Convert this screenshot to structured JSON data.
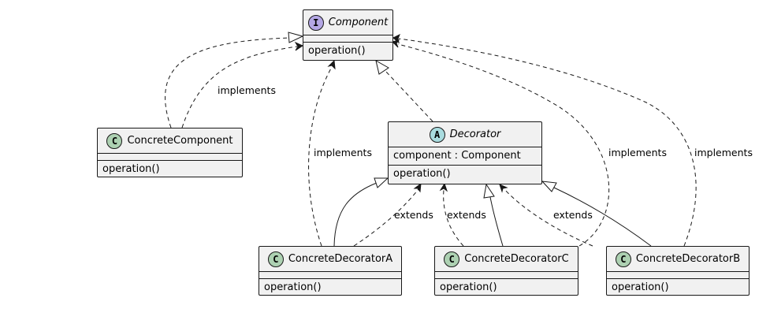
{
  "colors": {
    "box_fill": "#f1f1f1",
    "border": "#181818",
    "interface_badge": "#b4a7e5",
    "abstract_badge": "#a9dcdf",
    "class_badge": "#add1b2"
  },
  "classes": {
    "component": {
      "badge": "I",
      "name": "Component",
      "method": "operation()"
    },
    "concrete_component": {
      "badge": "C",
      "name": "ConcreteComponent",
      "method": "operation()"
    },
    "decorator": {
      "badge": "A",
      "name": "Decorator",
      "field": "component : Component",
      "method": "operation()"
    },
    "decorator_a": {
      "badge": "C",
      "name": "ConcreteDecoratorA",
      "method": "operation()"
    },
    "decorator_c": {
      "badge": "C",
      "name": "ConcreteDecoratorC",
      "method": "operation()"
    },
    "decorator_b": {
      "badge": "C",
      "name": "ConcreteDecoratorB",
      "method": "operation()"
    }
  },
  "labels": {
    "implements_cc": "implements",
    "implements_a": "implements",
    "implements_c": "implements",
    "implements_b": "implements",
    "extends_a": "extends",
    "extends_c": "extends",
    "extends_b": "extends"
  }
}
